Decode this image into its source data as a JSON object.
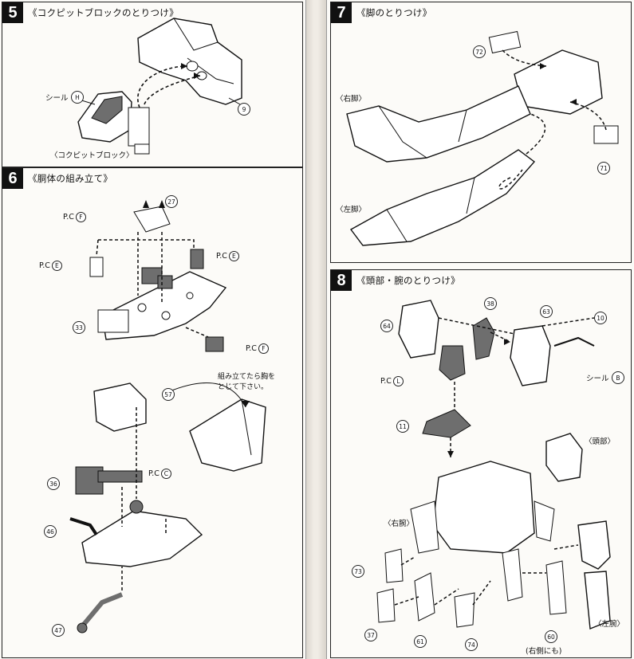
{
  "steps": {
    "s5": {
      "num": "5",
      "title": "《コクピットブロックのとりつけ》",
      "labels": {
        "seal": "シール",
        "seal_code": "H",
        "part9": "9",
        "cockpit": "〈コクピットブロック〉"
      }
    },
    "s6": {
      "num": "6",
      "title": "《胴体の組み立て》",
      "labels": {
        "p27": "27",
        "p33": "33",
        "p57": "57",
        "p36": "36",
        "p46": "46",
        "p47": "47",
        "pc": "P.C",
        "f": "F",
        "e": "E",
        "c": "C",
        "note_line1": "組み立てたら胸を",
        "note_line2": "とじて下さい。"
      }
    },
    "s7": {
      "num": "7",
      "title": "《脚のとりつけ》",
      "labels": {
        "p72": "72",
        "p71": "71",
        "right_leg": "〈右脚〉",
        "left_leg": "〈左脚〉"
      }
    },
    "s8": {
      "num": "8",
      "title": "《頭部・腕のとりつけ》",
      "labels": {
        "p38": "38",
        "p63": "63",
        "p64": "64",
        "p10": "10",
        "p11": "11",
        "pc": "P.C",
        "l": "L",
        "seal": "シール",
        "seal_code": "B",
        "head": "〈頭部〉",
        "right_arm": "〈右腕〉",
        "left_arm": "〈左腕〉",
        "p73": "73",
        "p37": "37",
        "p61": "61",
        "p74": "74",
        "p60": "60",
        "right_too": "(右側にも)"
      }
    }
  },
  "colors": {
    "ink": "#111111",
    "part_gray": "#6e6e6e",
    "paper": "#fbfaf7"
  },
  "icons": [
    "arrow-icon",
    "dashed-guide-icon"
  ]
}
